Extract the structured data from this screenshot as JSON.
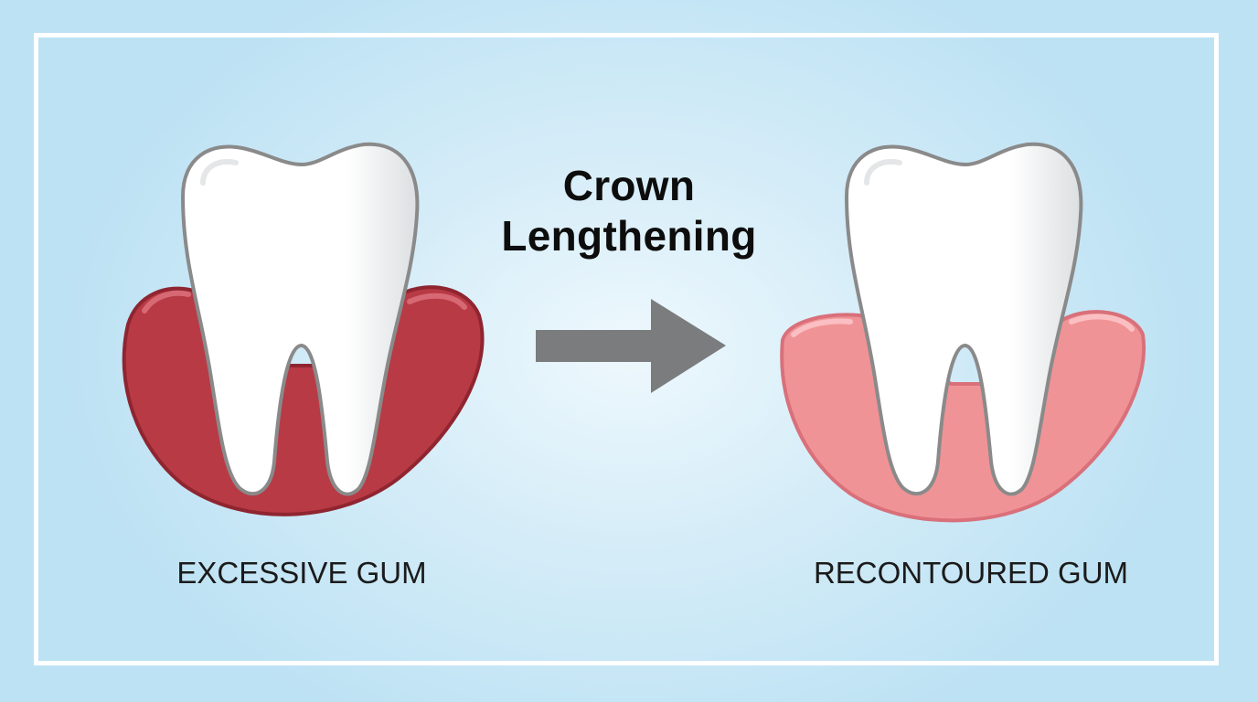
{
  "title": {
    "line1": "Crown",
    "line2": "Lengthening"
  },
  "labels": {
    "before": "EXCESSIVE GUM",
    "after": "RECONTOURED GUM"
  },
  "colors": {
    "gum_before": "#b83a45",
    "gum_after": "#f09396",
    "tooth": "#ffffff",
    "outline": "#8a8a8a",
    "arrow": "#7a7c7e",
    "frame": "#ffffff"
  },
  "icons": {
    "before_tooth": "molar-tooth-icon",
    "after_tooth": "molar-tooth-icon",
    "transition": "right-arrow-icon"
  }
}
